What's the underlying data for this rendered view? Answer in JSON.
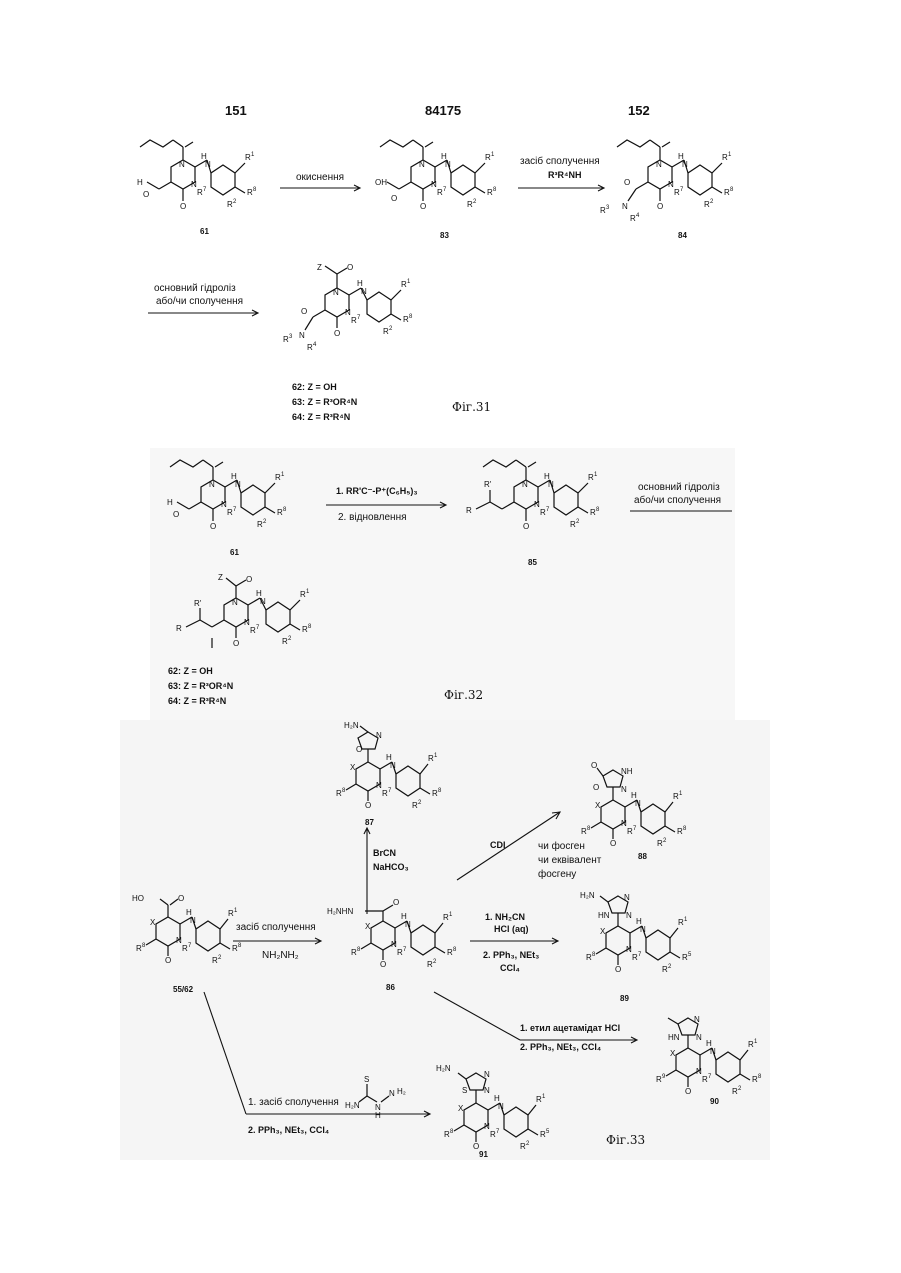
{
  "header": {
    "page_left": "151",
    "doc_number": "84175",
    "page_right": "152"
  },
  "fig31": {
    "reagent_oxidation": "окиснення",
    "reagent_coupling_line1": "засіб сполучення",
    "reagent_coupling_line2": "R³R⁴NH",
    "reagent_hydrolysis_line1": "основний гідроліз",
    "reagent_hydrolysis_line2": "або/чи сполучення",
    "compounds": [
      "61",
      "83",
      "84"
    ],
    "z_list": [
      "62:  Z = OH",
      "63:  Z = R³OR⁴N",
      "64:  Z = R³R⁴N"
    ],
    "caption": "Фіг.31"
  },
  "fig32": {
    "reagent_line1": "1. RR'C⁻-P⁺(C₆H₅)₃",
    "reagent_line2": "2. відновлення",
    "reagent_hydrolysis_line1": "основний гідроліз",
    "reagent_hydrolysis_line2": "або/чи сполучення",
    "compounds": [
      "61",
      "85"
    ],
    "z_list": [
      "62:  Z = OH",
      "63:  Z = R³OR⁴N",
      "64:  Z = R³R⁴N"
    ],
    "caption": "Фіг.32"
  },
  "fig33": {
    "reagent_brcn_1": "BrCN",
    "reagent_brcn_2": "NaHCO₃",
    "reagent_cdi": "CDI",
    "reagent_phosgene_1": "чи фосген",
    "reagent_phosgene_2": "чи еквівалент",
    "reagent_phosgene_3": "фосгену",
    "reagent_hydrazine_1": "засіб сполучення",
    "reagent_hydrazine_2": "NH₂NH₂",
    "reagent_cyanamide_1": "1. NH₂CN",
    "reagent_cyanamide_2": "HCl (aq)",
    "reagent_cyanamide_3": "2. PPh₃, NEt₃",
    "reagent_cyanamide_4": "CCl₄",
    "reagent_acetamidate_1": "1. етил ацетамідат HCl",
    "reagent_acetamidate_2": "2. PPh₃, NEt₃, CCl₄",
    "reagent_thio_1": "1. засіб сполучення",
    "reagent_thio_2": "2. PPh₃, NEt₃, CCl₄",
    "compounds": [
      "87",
      "88",
      "55/62",
      "86",
      "89",
      "90",
      "91"
    ],
    "caption": "Фіг.33"
  }
}
